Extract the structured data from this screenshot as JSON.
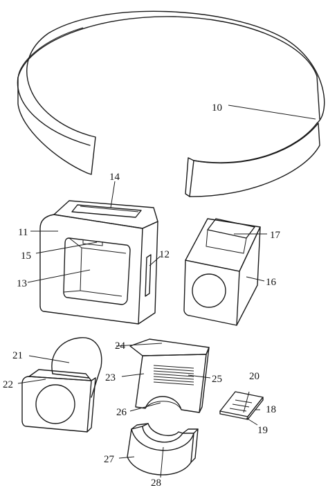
{
  "labels": {
    "band": "10",
    "frame": "11",
    "side_slot": "12",
    "window": "13",
    "top_slot": "14",
    "inner_step": "15",
    "cap_block": "16",
    "cap_top": "17",
    "chip": "18",
    "chip_base": "19",
    "chip_pattern": "20",
    "plunger_body": "21",
    "plunger_plate": "22",
    "holder": "23",
    "holder_top": "24",
    "holder_grid": "25",
    "holder_notch": "26",
    "cradle": "27",
    "cradle_groove": "28"
  }
}
